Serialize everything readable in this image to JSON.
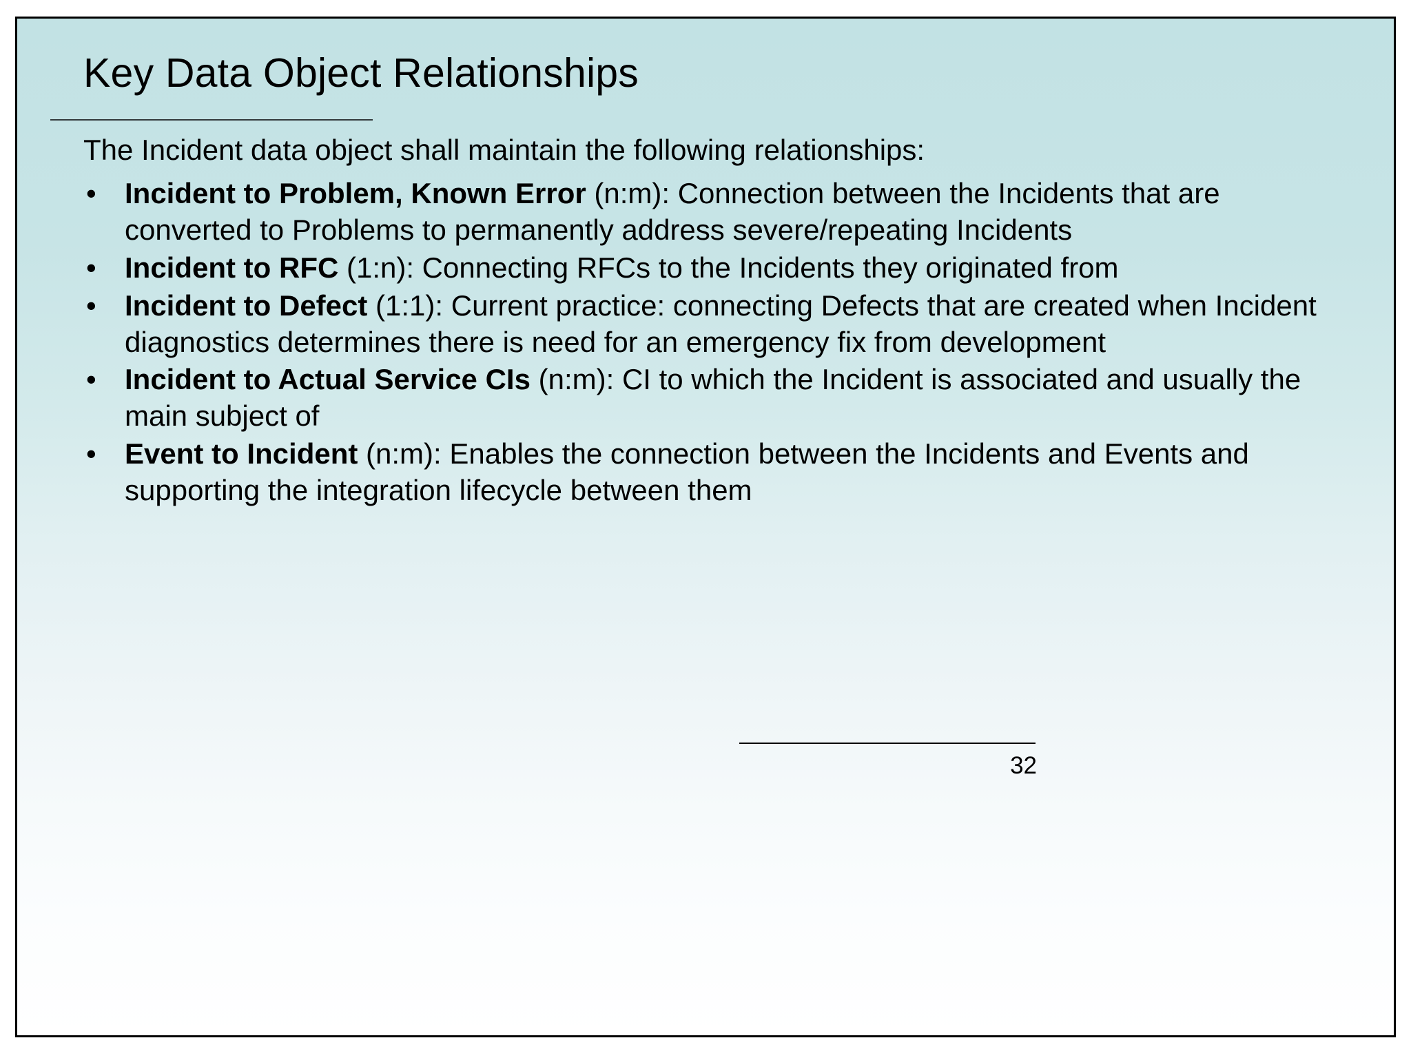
{
  "slide": {
    "title": "Key Data Object Relationships",
    "background_top_color": "#c2e2e4",
    "background_bottom_color": "#ffffff",
    "border_color": "#000000",
    "text_color": "#000000"
  },
  "body": {
    "intro": "The Incident data object shall maintain the following relationships:",
    "bullet_marker": "•",
    "bullets": [
      {
        "lead": "Incident to Problem, Known Error",
        "rest": " (n:m): Connection between the Incidents that are converted to Problems to permanently address severe/repeating Incidents"
      },
      {
        "lead": "Incident to RFC",
        "rest": " (1:n): Connecting RFCs to the Incidents they originated from"
      },
      {
        "lead": "Incident to Defect",
        "rest": " (1:1): Current practice: connecting Defects that are created when Incident diagnostics determines there is need for an emergency fix from development"
      },
      {
        "lead": "Incident to Actual Service CIs",
        "rest": " (n:m): CI to which the Incident is associated and usually the main subject of"
      },
      {
        "lead": "Event to Incident",
        "rest": " (n:m): Enables the connection between the Incidents and Events and supporting the integration lifecycle between them"
      }
    ]
  },
  "footer": {
    "page_number": "32"
  }
}
